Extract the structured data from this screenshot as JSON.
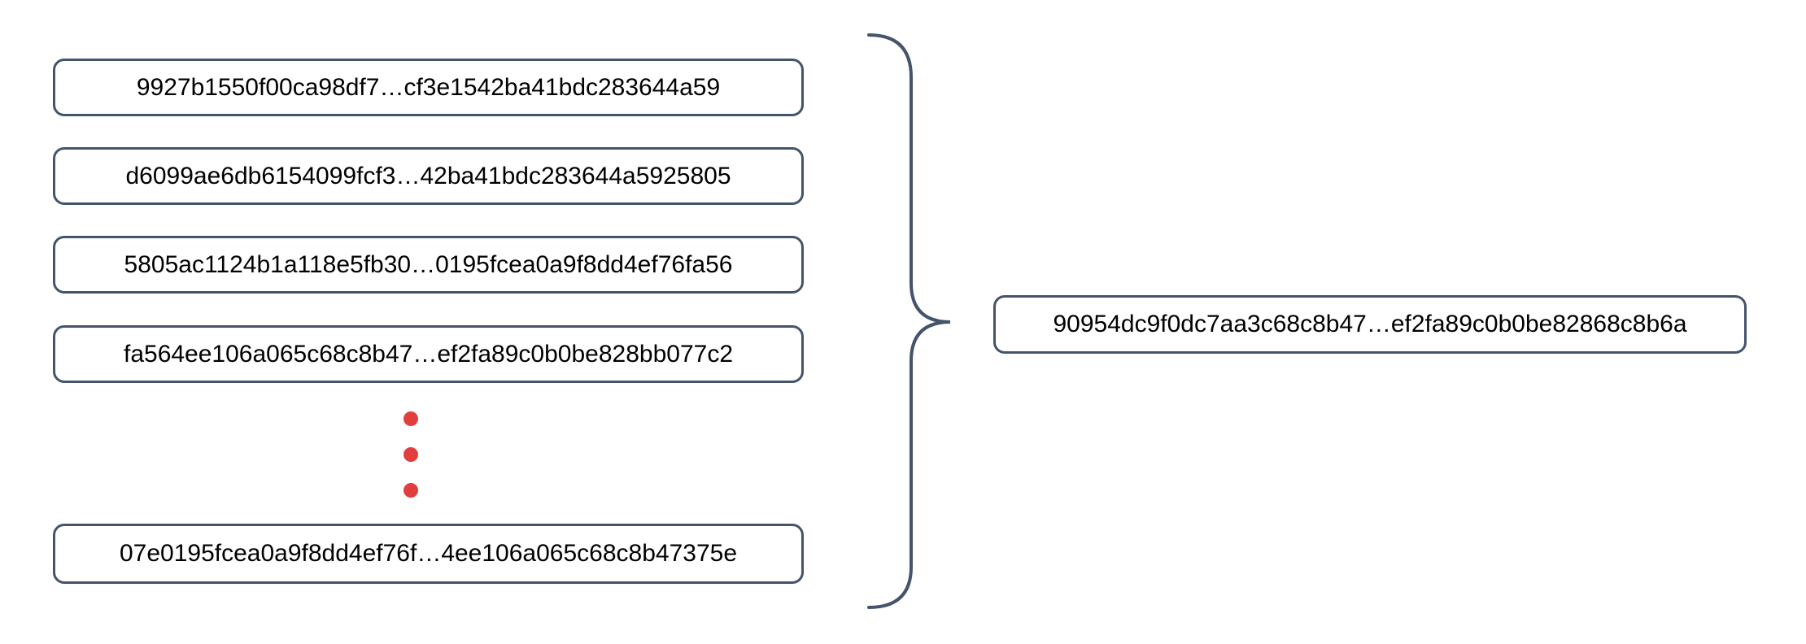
{
  "colors": {
    "outline": "#44546a",
    "dot": "#e33e3e",
    "text": "#000000",
    "background": "#ffffff"
  },
  "input_blocks": [
    {
      "label": "9927b1550f00ca98df7…cf3e1542ba41bdc283644a59"
    },
    {
      "label": "d6099ae6db6154099fcf3…42ba41bdc283644a5925805"
    },
    {
      "label": "5805ac1124b1a118e5fb30…0195fcea0a9f8dd4ef76fa56"
    },
    {
      "label": "fa564ee106a065c68c8b47…ef2fa89c0b0be828bb077c2"
    },
    {
      "label": "07e0195fcea0a9f8dd4ef76f…4ee106a065c68c8b47375e"
    }
  ],
  "ellipsis": {
    "dot_count": 3
  },
  "output_block": {
    "label": "90954dc9f0dc7aa3c68c8b47…ef2fa89c0b0be82868c8b6a"
  }
}
